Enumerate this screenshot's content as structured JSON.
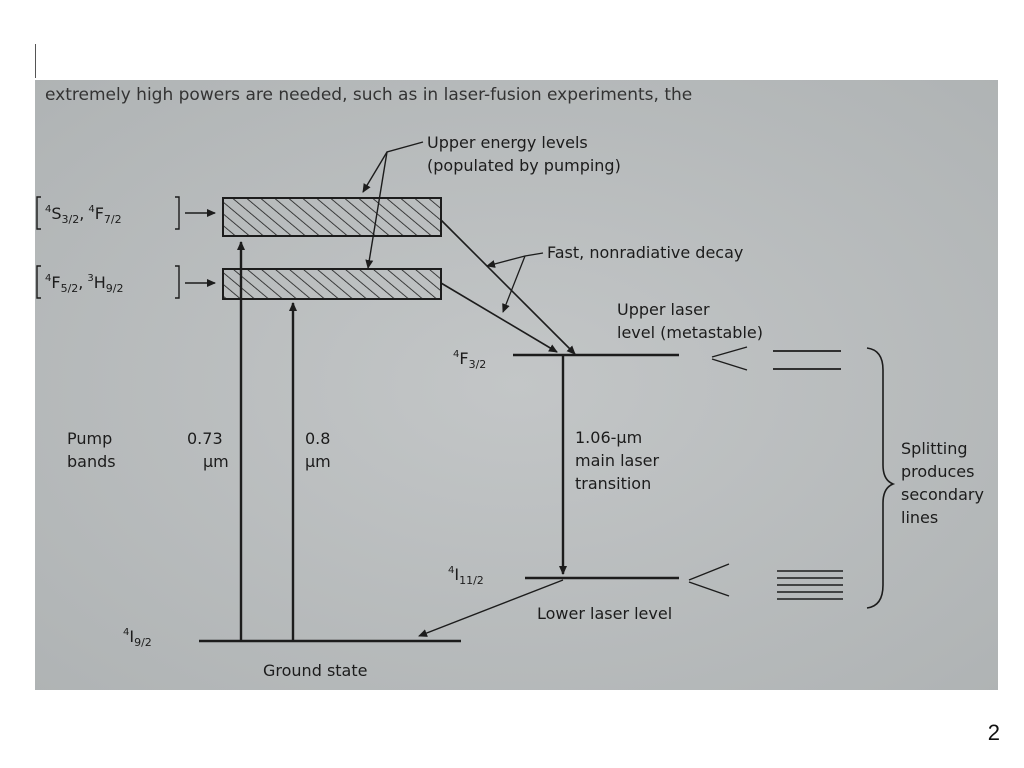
{
  "slide": {
    "page_number": "2"
  },
  "colors": {
    "background": "#ffffff",
    "photo_paper": "#b9bcbd",
    "ink": "#1c1c1c"
  },
  "diagram": {
    "top_text": "extremely high powers are needed, such as in laser-fusion experiments, the",
    "upper_energy_levels": {
      "line1": "Upper energy levels",
      "line2": "(populated by pumping)"
    },
    "level_s32_f72": {
      "sup1": "4",
      "term1": "S",
      "sub1": "3/2",
      "sep": ",",
      "sup2": "4",
      "term2": "F",
      "sub2": "7/2"
    },
    "level_f52_h92": {
      "sup1": "4",
      "term1": "F",
      "sub1": "5/2",
      "sep": ",",
      "sup2": "3",
      "term2": "H",
      "sub2": "9/2"
    },
    "decay_label": "Fast, nonradiative decay",
    "upper_laser_level": {
      "line1": "Upper laser",
      "line2": "level (metastable)"
    },
    "f32": {
      "sup": "4",
      "term": "F",
      "sub": "3/2"
    },
    "i112": {
      "sup": "4",
      "term": "I",
      "sub": "11/2"
    },
    "i92": {
      "sup": "4",
      "term": "I",
      "sub": "9/2"
    },
    "pump_bands": {
      "line1": "Pump",
      "line2": "bands"
    },
    "pump_073": {
      "line1": "0.73",
      "line2": "μm"
    },
    "pump_08": {
      "line1": "0.8",
      "line2": "μm"
    },
    "laser_transition": {
      "line1": "1.06-μm",
      "line2": "main laser",
      "line3": "transition"
    },
    "splitting": {
      "line1": "Splitting",
      "line2": "produces",
      "line3": "secondary",
      "line4": "lines"
    },
    "lower_laser_level": "Lower laser level",
    "ground_state": "Ground state"
  }
}
